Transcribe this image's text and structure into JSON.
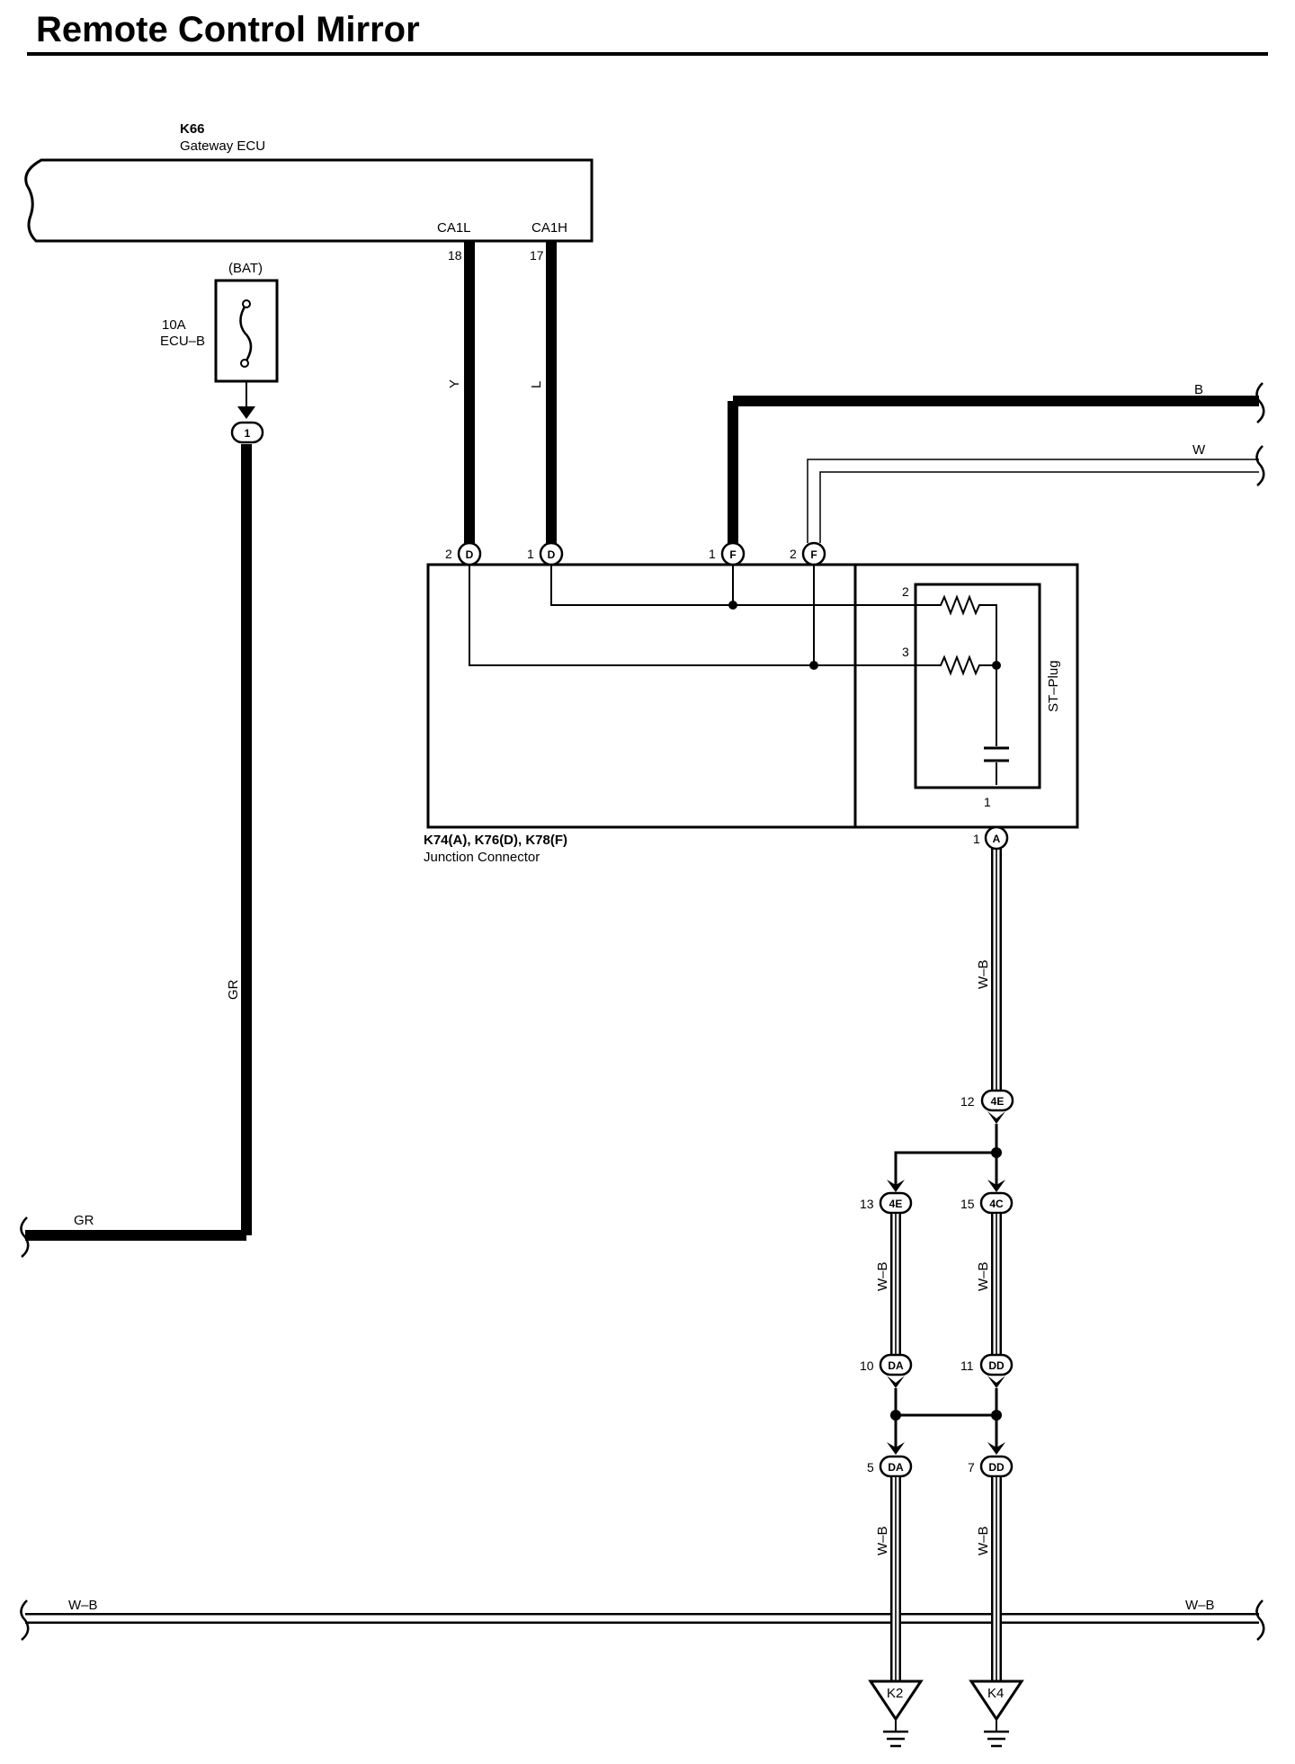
{
  "title": "Remote Control Mirror",
  "gateway": {
    "code": "K66",
    "name": "Gateway ECU",
    "pin_ca1l": "CA1L",
    "pin_ca1h": "CA1H",
    "pin18": "18",
    "pin17": "17"
  },
  "fuse": {
    "source": "(BAT)",
    "rating": "10A",
    "name": "ECU–B",
    "connector": "1"
  },
  "wires": {
    "y": "Y",
    "l": "L",
    "b": "B",
    "w": "W",
    "gr_vertical": "GR",
    "gr_bottom": "GR",
    "wb_top": "W–B",
    "wb_left": "W–B",
    "wb_right": "W–B",
    "wb_lower_left": "W–B",
    "wb_lower_right": "W–B",
    "wb_bus_left": "W–B",
    "wb_bus_right": "W–B"
  },
  "junction": {
    "codes": "K74(A), K76(D), K78(F)",
    "name": "Junction Connector",
    "pins": [
      {
        "num": "2",
        "conn": "D"
      },
      {
        "num": "1",
        "conn": "D"
      },
      {
        "num": "1",
        "conn": "F"
      },
      {
        "num": "2",
        "conn": "F"
      }
    ],
    "bottom_pin": {
      "num": "1",
      "conn": "A"
    },
    "st_plug": {
      "label": "ST–Plug",
      "pin2": "2",
      "pin3": "3",
      "pin1": "1"
    }
  },
  "connectors": {
    "c12": {
      "num": "12",
      "code": "4E"
    },
    "c13": {
      "num": "13",
      "code": "4E"
    },
    "c15": {
      "num": "15",
      "code": "4C"
    },
    "c10": {
      "num": "10",
      "code": "DA"
    },
    "c11": {
      "num": "11",
      "code": "DD"
    },
    "c5": {
      "num": "5",
      "code": "DA"
    },
    "c7": {
      "num": "7",
      "code": "DD"
    }
  },
  "grounds": {
    "left": "K2",
    "right": "K4"
  }
}
